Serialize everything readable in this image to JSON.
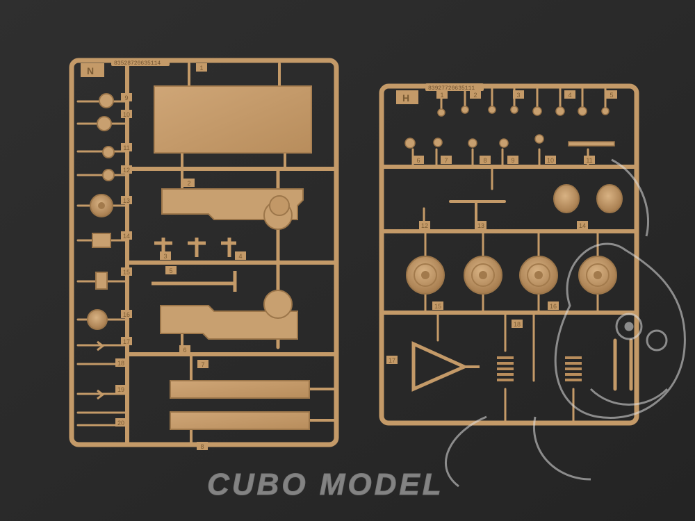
{
  "photo": {
    "background_color": "#2a2a2a",
    "plastic_color": "#c49a68",
    "plastic_shadow": "#9c764a",
    "label_color": "#e9d5b8"
  },
  "sprue_left": {
    "letter": "N",
    "code": "83528720635114",
    "part_numbers": [
      "1",
      "2",
      "3",
      "4",
      "5",
      "6",
      "7",
      "8",
      "9",
      "10",
      "11",
      "12",
      "13",
      "14",
      "15",
      "16",
      "17",
      "18",
      "19",
      "20"
    ]
  },
  "sprue_right": {
    "letter": "H",
    "code": "83927720635111",
    "part_numbers": [
      "1",
      "2",
      "3",
      "4",
      "5",
      "6",
      "7",
      "8",
      "9",
      "10",
      "11",
      "12",
      "13",
      "14",
      "15",
      "16",
      "17",
      "18"
    ]
  },
  "watermark": {
    "text": "CUBO MODEL",
    "mascot": "cartoon-dog-mascot"
  }
}
